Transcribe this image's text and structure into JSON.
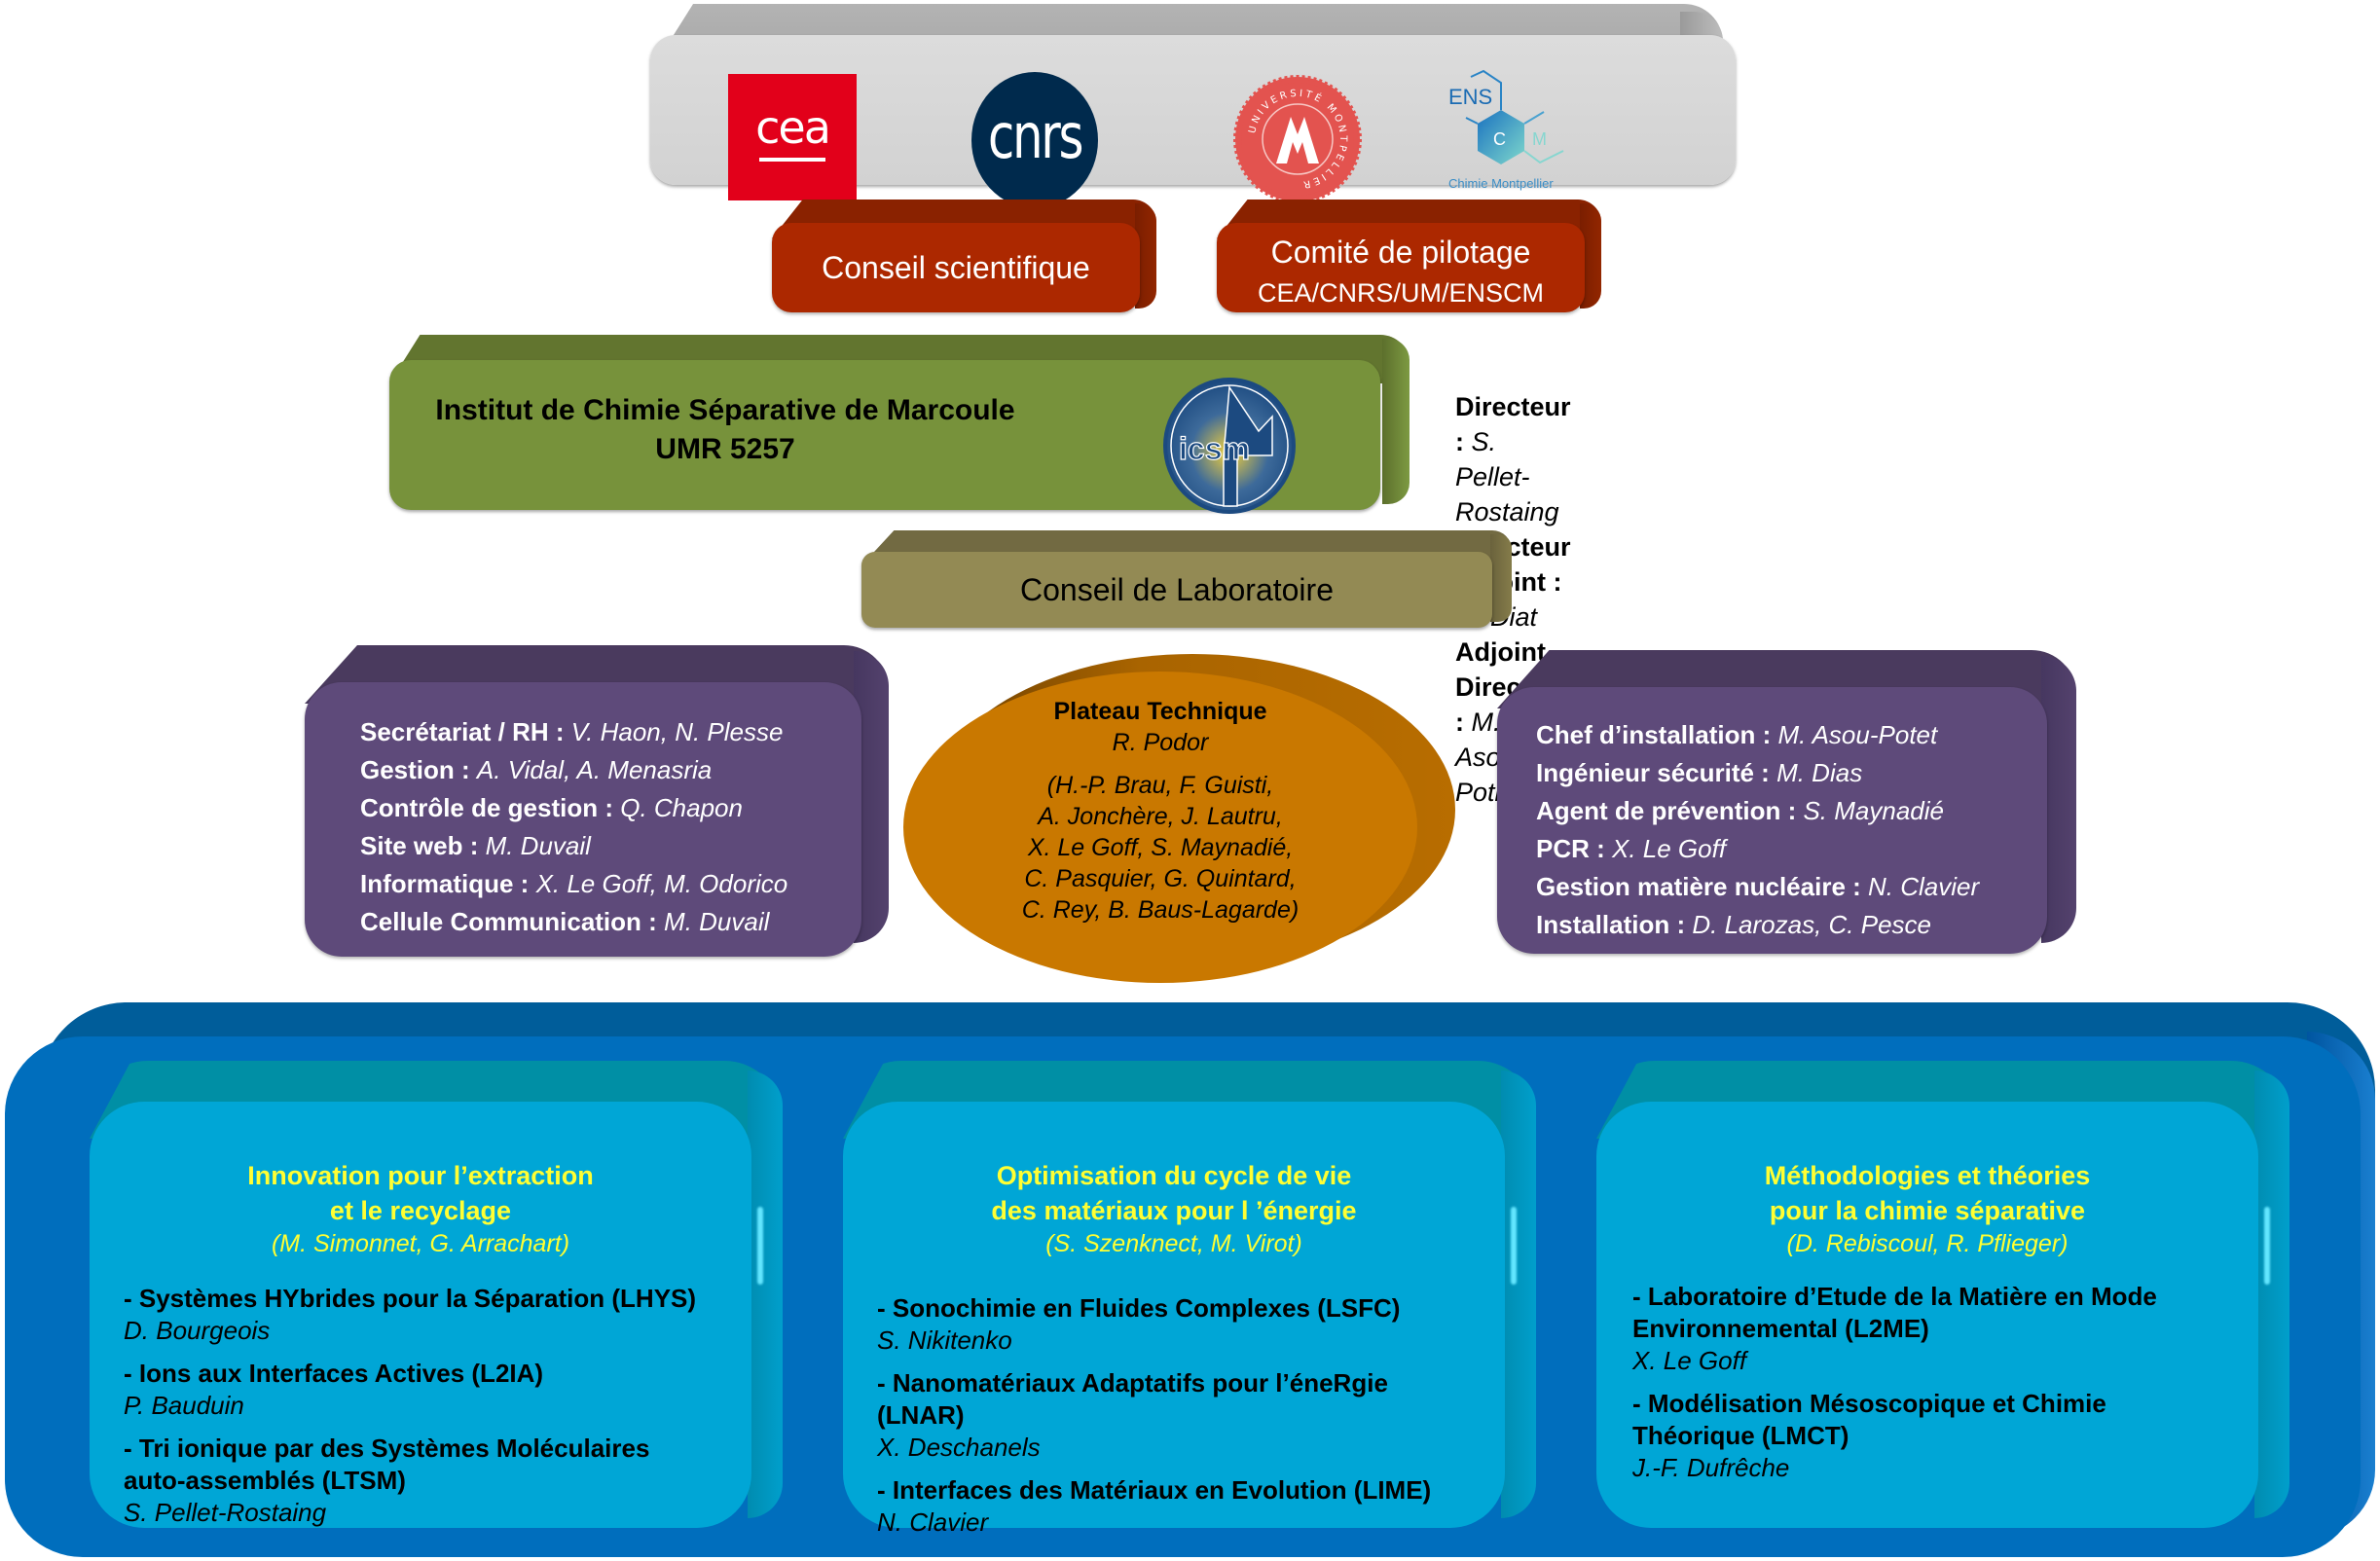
{
  "logos": [
    {
      "name": "cea",
      "text": "cea"
    },
    {
      "name": "cnrs",
      "text": "cnrs"
    },
    {
      "name": "universite-montpellier",
      "text": "UNIVERSITÉ MONTPELLIER"
    },
    {
      "name": "enscm",
      "text": "ENS",
      "c": "C",
      "m": "M",
      "subtitle": "Chimie Montpellier"
    }
  ],
  "councils": {
    "scientific": "Conseil scientifique",
    "steering_title": "Comité de pilotage",
    "steering_members": "CEA/CNRS/UM/ENSCM"
  },
  "institute": {
    "name": "Institut de Chimie Séparative de Marcoule",
    "umr": "UMR 5257",
    "logo_text": "icsm",
    "directors": [
      {
        "role": "Directeur : ",
        "name": "S. Pellet-Rostaing"
      },
      {
        "role": "Directeur Adjoint : ",
        "name": "O. Diat"
      },
      {
        "role": "Adjoint Directeur : ",
        "name": "M. Asou-Pothet"
      }
    ]
  },
  "lab_council": "Conseil de Laboratoire",
  "admin": [
    {
      "role": "Secrétariat / RH : ",
      "names": "V. Haon, N. Plesse"
    },
    {
      "role": "Gestion : ",
      "names": "A. Vidal, A. Menasria"
    },
    {
      "role": "Contrôle de gestion : ",
      "names": "Q. Chapon"
    },
    {
      "role": "Site web : ",
      "names": "M. Duvail"
    },
    {
      "role": "Informatique : ",
      "names": "X. Le Goff, M. Odorico"
    },
    {
      "role": "Cellule Communication : ",
      "names": "M. Duvail"
    }
  ],
  "plateau": {
    "title": "Plateau Technique",
    "head": "R. Podor",
    "members": [
      "(H.-P. Brau, F. Guisti,",
      "A. Jonchère, J. Lautru,",
      "X. Le Goff, S. Maynadié,",
      "C. Pasquier, G. Quintard,",
      "C. Rey, B. Baus-Lagarde)"
    ]
  },
  "safety": [
    {
      "role": "Chef d’installation : ",
      "names": "M. Asou-Potet"
    },
    {
      "role": "Ingénieur sécurité : ",
      "names": "M. Dias"
    },
    {
      "role": "Agent de prévention : ",
      "names": "S. Maynadié"
    },
    {
      "role": "PCR : ",
      "names": "X. Le Goff"
    },
    {
      "role": "Gestion matière nucléaire : ",
      "names": "N. Clavier"
    },
    {
      "role": "Installation : ",
      "names": "D. Larozas, C. Pesce"
    }
  ],
  "teams": [
    {
      "title_lines": [
        "Innovation pour l’extraction",
        "et le recyclage"
      ],
      "leads": "(M. Simonnet, G. Arrachart)",
      "labs": [
        {
          "name": "- Systèmes HYbrides pour la Séparation (LHYS)",
          "head": "D. Bourgeois"
        },
        {
          "name": "- Ions aux Interfaces Actives (L2IA)",
          "head": "P. Bauduin"
        },
        {
          "name": "- Tri ionique par des Systèmes Moléculaires auto-assemblés (LTSM)",
          "head": "S. Pellet-Rostaing"
        }
      ]
    },
    {
      "title_lines": [
        "Optimisation du cycle de vie",
        "des matériaux pour l ’énergie"
      ],
      "leads": "(S. Szenknect, M. Virot)",
      "labs": [
        {
          "name": "- Sonochimie en Fluides Complexes (LSFC)",
          "head": "S. Nikitenko"
        },
        {
          "name": "- Nanomatériaux Adaptatifs pour l’éneRgie (LNAR)",
          "head": "X. Deschanels"
        },
        {
          "name": "- Interfaces des Matériaux en Evolution (LIME)",
          "head": "N. Clavier"
        }
      ]
    },
    {
      "title_lines": [
        "Méthodologies et théories",
        "pour la chimie séparative"
      ],
      "leads": "(D. Rebiscoul, R. Pflieger)",
      "labs": [
        {
          "name": "- Laboratoire d’Etude de la Matière en Mode Environnemental (L2ME)",
          "head": "X. Le Goff"
        },
        {
          "name": "- Modélisation Mésoscopique et Chimie Théorique (LMCT)",
          "head": "J.-F. Dufrêche"
        }
      ]
    }
  ],
  "colors": {
    "logos_bar": "#d6d6d6",
    "council_red": "#ac2800",
    "institute_green": "#77923b",
    "lab_council_olive": "#938a54",
    "admin_purple": "#5e4a7a",
    "plateau_orange": "#c97800",
    "research_blue": "#006ebd",
    "team_cyan": "#00a6d6",
    "team_title_yellow": "#ffff33"
  }
}
